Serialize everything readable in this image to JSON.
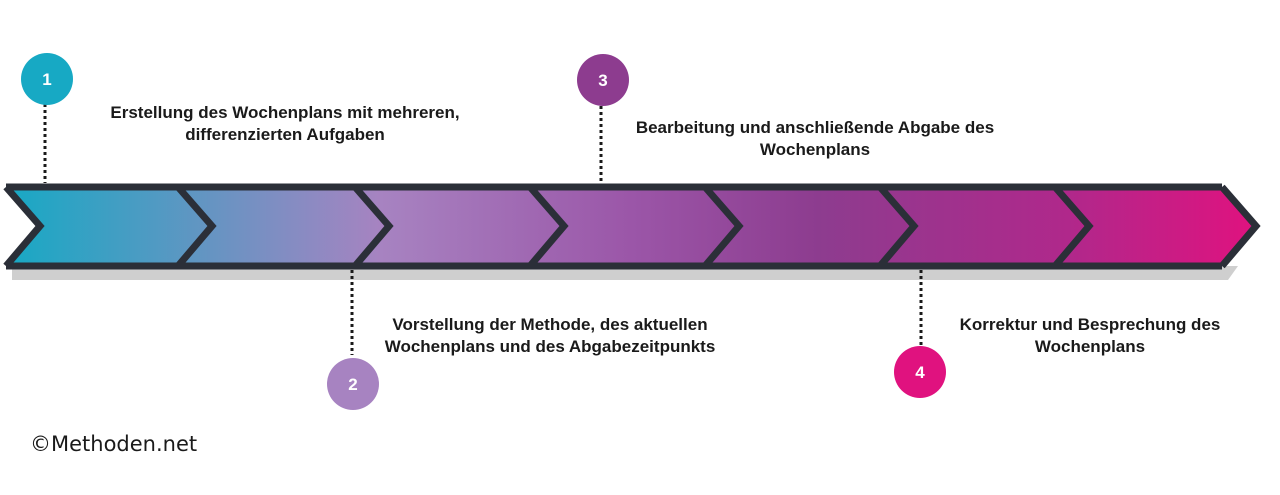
{
  "steps": [
    {
      "number": "1",
      "text_line1": "Erstellung des Wochenplans mit mehreren,",
      "text_line2": "differenzierten Aufgaben",
      "color": "#17a9c4"
    },
    {
      "number": "2",
      "text_line1": "Vorstellung der Methode, des aktuellen",
      "text_line2": "Wochenplans und des Abgabezeitpunkts",
      "color": "#a783c1"
    },
    {
      "number": "3",
      "text_line1": "Bearbeitung und anschließende Abgabe des",
      "text_line2": "Wochenplans",
      "color": "#8d3c8f"
    },
    {
      "number": "4",
      "text_line1": "Korrektur und Besprechung des",
      "text_line2": "Wochenplans",
      "color": "#e0127f"
    }
  ],
  "arrow_segment_colors": [
    "#17a9c4",
    "#a783c1",
    "#9b56a8",
    "#8d3c8f",
    "#b0288b",
    "#e0127f"
  ],
  "copyright": "©Methoden.net"
}
